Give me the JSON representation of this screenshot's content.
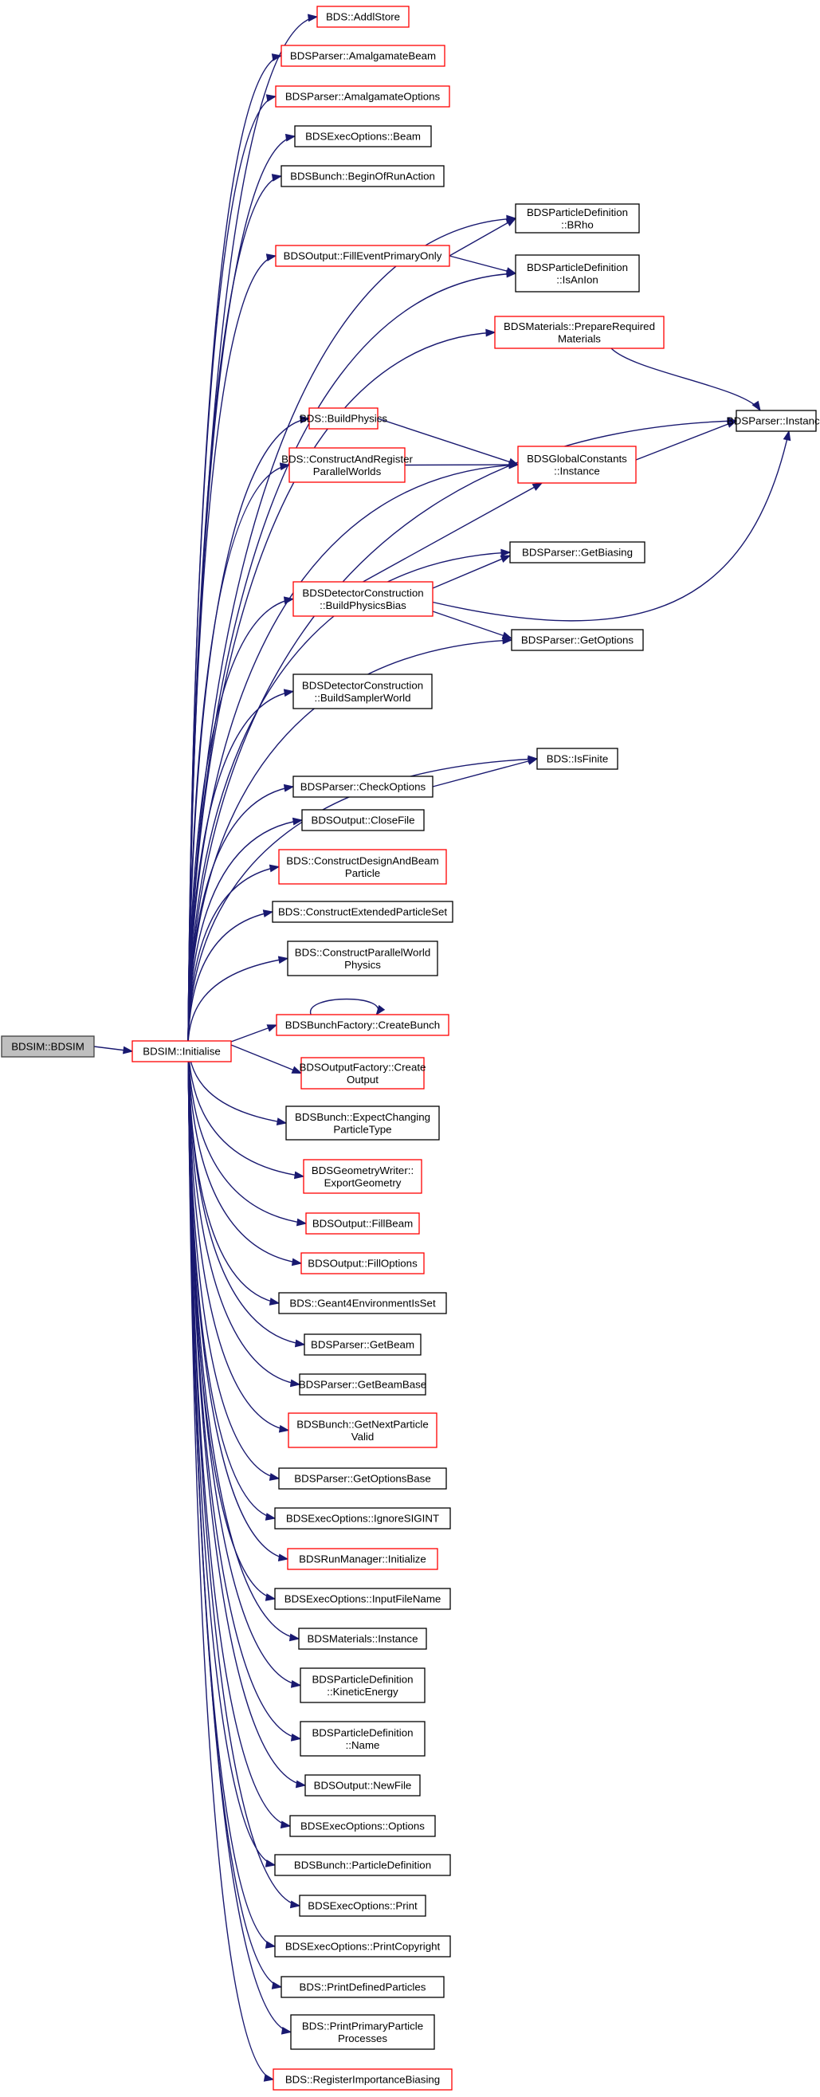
{
  "colors": {
    "edge": "#191970",
    "node_fill": "#ffffff",
    "node_border": "#000000",
    "node_border_truncated": "#ff0000",
    "root_fill": "#bfbfbf",
    "root_border": "#404040"
  },
  "nodes": [
    {
      "id": "n_root",
      "lines": [
        "BDSIM::BDSIM"
      ],
      "style": "root"
    },
    {
      "id": "n_init",
      "lines": [
        "BDSIM::Initialise"
      ],
      "style": "red"
    },
    {
      "id": "n_addlstore",
      "lines": [
        "BDS::AddlStore"
      ],
      "style": "red"
    },
    {
      "id": "n_amalbeam",
      "lines": [
        "BDSParser::AmalgamateBeam"
      ],
      "style": "red"
    },
    {
      "id": "n_amalopts",
      "lines": [
        "BDSParser::AmalgamateOptions"
      ],
      "style": "red"
    },
    {
      "id": "n_execbeam",
      "lines": [
        "BDSExecOptions::Beam"
      ],
      "style": "black"
    },
    {
      "id": "n_beginrun",
      "lines": [
        "BDSBunch::BeginOfRunAction"
      ],
      "style": "black"
    },
    {
      "id": "n_brho",
      "lines": [
        "BDSParticleDefinition",
        "::BRho"
      ],
      "style": "black"
    },
    {
      "id": "n_fillevent",
      "lines": [
        "BDSOutput::FillEventPrimaryOnly"
      ],
      "style": "red"
    },
    {
      "id": "n_isanion",
      "lines": [
        "BDSParticleDefinition",
        "::IsAnIon"
      ],
      "style": "black"
    },
    {
      "id": "n_prepmat",
      "lines": [
        "BDSMaterials::PrepareRequired",
        "Materials"
      ],
      "style": "red"
    },
    {
      "id": "n_parserinst",
      "lines": [
        "BDSParser::Instance"
      ],
      "style": "black"
    },
    {
      "id": "n_buildphys",
      "lines": [
        "BDS::BuildPhysics"
      ],
      "style": "red"
    },
    {
      "id": "n_globconst",
      "lines": [
        "BDSGlobalConstants",
        "::Instance"
      ],
      "style": "red"
    },
    {
      "id": "n_constreg",
      "lines": [
        "BDS::ConstructAndRegister",
        "ParallelWorlds"
      ],
      "style": "red"
    },
    {
      "id": "n_getbiasing",
      "lines": [
        "BDSParser::GetBiasing"
      ],
      "style": "black"
    },
    {
      "id": "n_buildbias",
      "lines": [
        "BDSDetectorConstruction",
        "::BuildPhysicsBias"
      ],
      "style": "red"
    },
    {
      "id": "n_getoptions",
      "lines": [
        "BDSParser::GetOptions"
      ],
      "style": "black"
    },
    {
      "id": "n_buildsampler",
      "lines": [
        "BDSDetectorConstruction",
        "::BuildSamplerWorld"
      ],
      "style": "black"
    },
    {
      "id": "n_isfinite",
      "lines": [
        "BDS::IsFinite"
      ],
      "style": "black"
    },
    {
      "id": "n_checkopts",
      "lines": [
        "BDSParser::CheckOptions"
      ],
      "style": "black"
    },
    {
      "id": "n_closefile",
      "lines": [
        "BDSOutput::CloseFile"
      ],
      "style": "black"
    },
    {
      "id": "n_constdesign",
      "lines": [
        "BDS::ConstructDesignAndBeam",
        "Particle"
      ],
      "style": "red"
    },
    {
      "id": "n_constext",
      "lines": [
        "BDS::ConstructExtendedParticleSet"
      ],
      "style": "black"
    },
    {
      "id": "n_constpar",
      "lines": [
        "BDS::ConstructParallelWorld",
        "Physics"
      ],
      "style": "black"
    },
    {
      "id": "n_createbunch",
      "lines": [
        "BDSBunchFactory::CreateBunch"
      ],
      "style": "red"
    },
    {
      "id": "n_createout",
      "lines": [
        "BDSOutputFactory::Create",
        "Output"
      ],
      "style": "red"
    },
    {
      "id": "n_expectchg",
      "lines": [
        "BDSBunch::ExpectChanging",
        "ParticleType"
      ],
      "style": "black"
    },
    {
      "id": "n_exportgeom",
      "lines": [
        "BDSGeometryWriter::",
        "ExportGeometry"
      ],
      "style": "red"
    },
    {
      "id": "n_fillbeam",
      "lines": [
        "BDSOutput::FillBeam"
      ],
      "style": "red"
    },
    {
      "id": "n_fillopts",
      "lines": [
        "BDSOutput::FillOptions"
      ],
      "style": "red"
    },
    {
      "id": "n_geant4env",
      "lines": [
        "BDS::Geant4EnvironmentIsSet"
      ],
      "style": "black"
    },
    {
      "id": "n_getbeam",
      "lines": [
        "BDSParser::GetBeam"
      ],
      "style": "black"
    },
    {
      "id": "n_getbeambase",
      "lines": [
        "BDSParser::GetBeamBase"
      ],
      "style": "black"
    },
    {
      "id": "n_getnext",
      "lines": [
        "BDSBunch::GetNextParticle",
        "Valid"
      ],
      "style": "red"
    },
    {
      "id": "n_getoptsbase",
      "lines": [
        "BDSParser::GetOptionsBase"
      ],
      "style": "black"
    },
    {
      "id": "n_ignoresig",
      "lines": [
        "BDSExecOptions::IgnoreSIGINT"
      ],
      "style": "black"
    },
    {
      "id": "n_runmgr",
      "lines": [
        "BDSRunManager::Initialize"
      ],
      "style": "red"
    },
    {
      "id": "n_inputfile",
      "lines": [
        "BDSExecOptions::InputFileName"
      ],
      "style": "black"
    },
    {
      "id": "n_matinst",
      "lines": [
        "BDSMaterials::Instance"
      ],
      "style": "black"
    },
    {
      "id": "n_kinetic",
      "lines": [
        "BDSParticleDefinition",
        "::KineticEnergy"
      ],
      "style": "black"
    },
    {
      "id": "n_name",
      "lines": [
        "BDSParticleDefinition",
        "::Name"
      ],
      "style": "black"
    },
    {
      "id": "n_newfile",
      "lines": [
        "BDSOutput::NewFile"
      ],
      "style": "black"
    },
    {
      "id": "n_execopts",
      "lines": [
        "BDSExecOptions::Options"
      ],
      "style": "black"
    },
    {
      "id": "n_partdef",
      "lines": [
        "BDSBunch::ParticleDefinition"
      ],
      "style": "black"
    },
    {
      "id": "n_print",
      "lines": [
        "BDSExecOptions::Print"
      ],
      "style": "black"
    },
    {
      "id": "n_printcopy",
      "lines": [
        "BDSExecOptions::PrintCopyright"
      ],
      "style": "black"
    },
    {
      "id": "n_printdef",
      "lines": [
        "BDS::PrintDefinedParticles"
      ],
      "style": "black"
    },
    {
      "id": "n_printprim",
      "lines": [
        "BDS::PrintPrimaryParticle",
        "Processes"
      ],
      "style": "black"
    },
    {
      "id": "n_registerbias",
      "lines": [
        "BDS::RegisterImportanceBiasing"
      ],
      "style": "red"
    }
  ],
  "edges": [
    [
      "n_root",
      "n_init"
    ],
    [
      "n_init",
      "n_addlstore"
    ],
    [
      "n_init",
      "n_amalbeam"
    ],
    [
      "n_init",
      "n_amalopts"
    ],
    [
      "n_init",
      "n_execbeam"
    ],
    [
      "n_init",
      "n_beginrun"
    ],
    [
      "n_init",
      "n_brho"
    ],
    [
      "n_init",
      "n_fillevent"
    ],
    [
      "n_init",
      "n_isanion"
    ],
    [
      "n_init",
      "n_prepmat"
    ],
    [
      "n_init",
      "n_parserinst"
    ],
    [
      "n_init",
      "n_buildphys"
    ],
    [
      "n_init",
      "n_constreg"
    ],
    [
      "n_init",
      "n_globconst"
    ],
    [
      "n_init",
      "n_getbiasing"
    ],
    [
      "n_init",
      "n_buildbias"
    ],
    [
      "n_init",
      "n_getoptions"
    ],
    [
      "n_init",
      "n_buildsampler"
    ],
    [
      "n_init",
      "n_isfinite"
    ],
    [
      "n_init",
      "n_checkopts"
    ],
    [
      "n_init",
      "n_closefile"
    ],
    [
      "n_init",
      "n_constdesign"
    ],
    [
      "n_init",
      "n_constext"
    ],
    [
      "n_init",
      "n_constpar"
    ],
    [
      "n_init",
      "n_createbunch"
    ],
    [
      "n_init",
      "n_createout"
    ],
    [
      "n_init",
      "n_expectchg"
    ],
    [
      "n_init",
      "n_exportgeom"
    ],
    [
      "n_init",
      "n_fillbeam"
    ],
    [
      "n_init",
      "n_fillopts"
    ],
    [
      "n_init",
      "n_geant4env"
    ],
    [
      "n_init",
      "n_getbeam"
    ],
    [
      "n_init",
      "n_getbeambase"
    ],
    [
      "n_init",
      "n_getnext"
    ],
    [
      "n_init",
      "n_getoptsbase"
    ],
    [
      "n_init",
      "n_ignoresig"
    ],
    [
      "n_init",
      "n_runmgr"
    ],
    [
      "n_init",
      "n_inputfile"
    ],
    [
      "n_init",
      "n_matinst"
    ],
    [
      "n_init",
      "n_kinetic"
    ],
    [
      "n_init",
      "n_name"
    ],
    [
      "n_init",
      "n_newfile"
    ],
    [
      "n_init",
      "n_execopts"
    ],
    [
      "n_init",
      "n_partdef"
    ],
    [
      "n_init",
      "n_print"
    ],
    [
      "n_init",
      "n_printcopy"
    ],
    [
      "n_init",
      "n_printdef"
    ],
    [
      "n_init",
      "n_printprim"
    ],
    [
      "n_init",
      "n_registerbias"
    ],
    [
      "n_fillevent",
      "n_brho"
    ],
    [
      "n_fillevent",
      "n_isanion"
    ],
    [
      "n_prepmat",
      "n_parserinst"
    ],
    [
      "n_buildphys",
      "n_globconst"
    ],
    [
      "n_constreg",
      "n_globconst"
    ],
    [
      "n_globconst",
      "n_parserinst"
    ],
    [
      "n_buildbias",
      "n_globconst"
    ],
    [
      "n_buildbias",
      "n_getbiasing"
    ],
    [
      "n_buildbias",
      "n_getoptions"
    ],
    [
      "n_buildbias",
      "n_parserinst"
    ],
    [
      "n_checkopts",
      "n_isfinite"
    ],
    [
      "n_createbunch",
      "n_createbunch"
    ]
  ]
}
